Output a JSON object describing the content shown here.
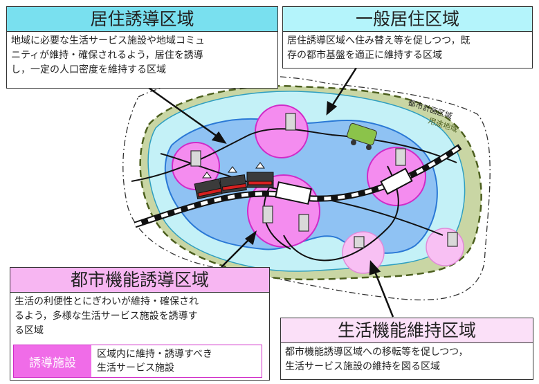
{
  "boxes": {
    "residential_guidance": {
      "title": "居住誘導区域",
      "text": "地域に必要な生活サービス施設や地域コミュ\nニティが維持・確保されるよう，居住を誘導\nし，一定の人口密度を維持する区域"
    },
    "general_residential": {
      "title": "一般居住区域",
      "text": "居住誘導区域へ住み替え等を促しつつ，既\n存の都市基盤を適正に維持する区域"
    },
    "urban_function": {
      "title": "都市機能誘導区域",
      "text": "生活の利便性とにぎわいが維持・確保され\nるよう，多様な生活サービス施設を誘導す\nる区域"
    },
    "life_function": {
      "title": "生活機能維持区域",
      "text": "都市機能誘導区域への移転等を促しつつ，\n生活サービス施設の維持を図る区域"
    }
  },
  "legend": {
    "swatch_label": "誘導施設",
    "description": "区域内に維持・誘導すべき\n生活サービス施設"
  },
  "map_labels": {
    "city_planning_area": "都市計画区域",
    "land_use_area": "用途地域"
  },
  "colors": {
    "city_area_fill": "#c9d6a4",
    "general_residential_fill": "#c4f1f7",
    "residential_guidance_fill": "#8fc2f3",
    "urban_function_fill": "#f48cef",
    "life_function_fill": "#f8c0f3",
    "rail_black": "#111111",
    "train_red": "#d62020"
  }
}
